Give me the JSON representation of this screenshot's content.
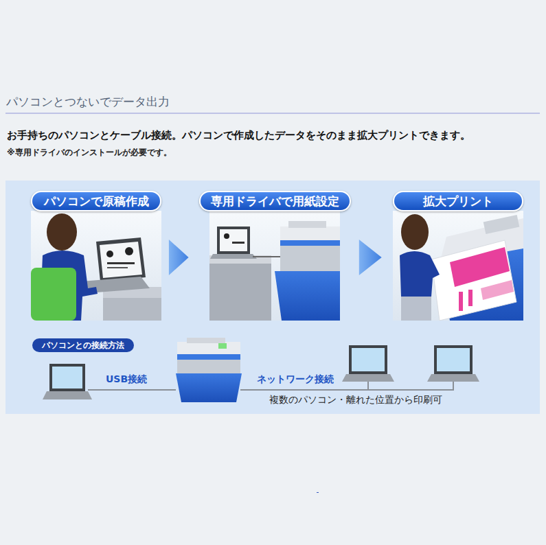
{
  "diagram": {
    "title": "パソコンとつないでデータ出力",
    "nodes": [
      {
        "text": [
          "パソコンで原稿作成"
        ]
      },
      {
        "text": [
          "専用ドライバで用紙設定"
        ]
      },
      {
        "text": [
          "拡大プリント"
        ]
      },
      {
        "text": [
          "パソコンとの接続方法"
        ]
      }
    ],
    "edges": [
      {
        "from": 0,
        "to": 1,
        "arrow": "to"
      },
      {
        "from": 1,
        "to": 2,
        "arrow": "to"
      }
    ],
    "labels": [
      "お手持ちのパソコンとケーブル接続。パソコンで作成したデータをそのまま拡大プリントできます。",
      "※専用ドライバのインストールが必要です。",
      "USB接続",
      "ネットワーク接続",
      "複数のパソコン・離れた位置から印刷可"
    ]
  }
}
